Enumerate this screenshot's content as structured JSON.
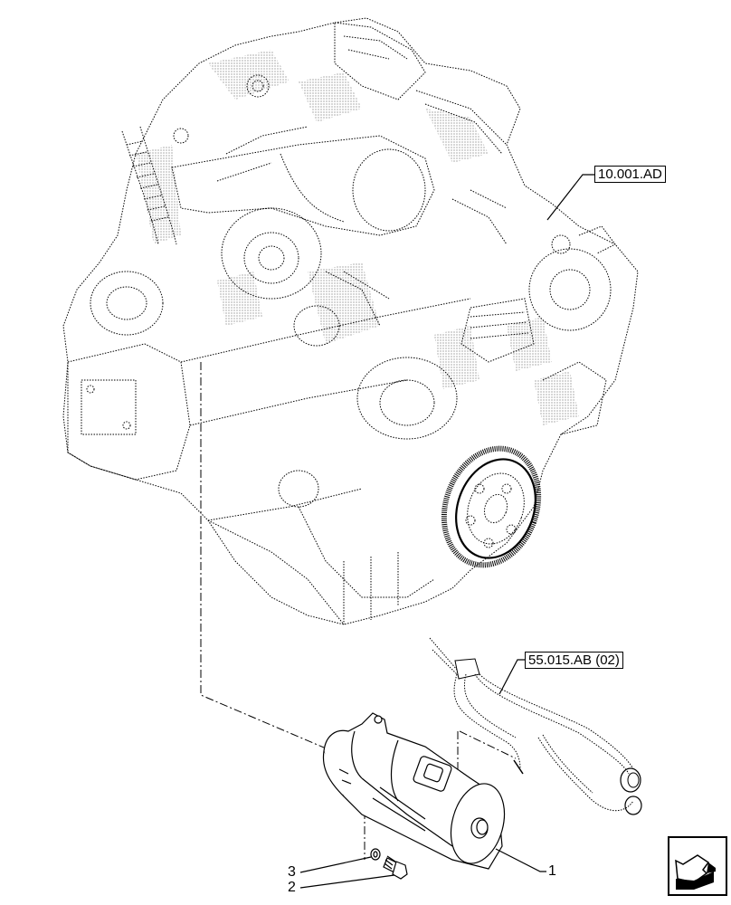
{
  "diagram": {
    "type": "exploded-parts-view",
    "subject": "engine with starter motor and wiring harness",
    "references": [
      {
        "id": "ref-engine",
        "label": "10.001.AD"
      },
      {
        "id": "ref-harness",
        "label": "55.015.AB (02)"
      }
    ],
    "callouts": [
      {
        "number": "1",
        "part": "starter motor"
      },
      {
        "number": "2",
        "part": "bolt"
      },
      {
        "number": "3",
        "part": "washer"
      }
    ],
    "nav_icon": "previous-page-arrow-icon",
    "colors": {
      "line": "#000000",
      "background": "#ffffff"
    }
  }
}
